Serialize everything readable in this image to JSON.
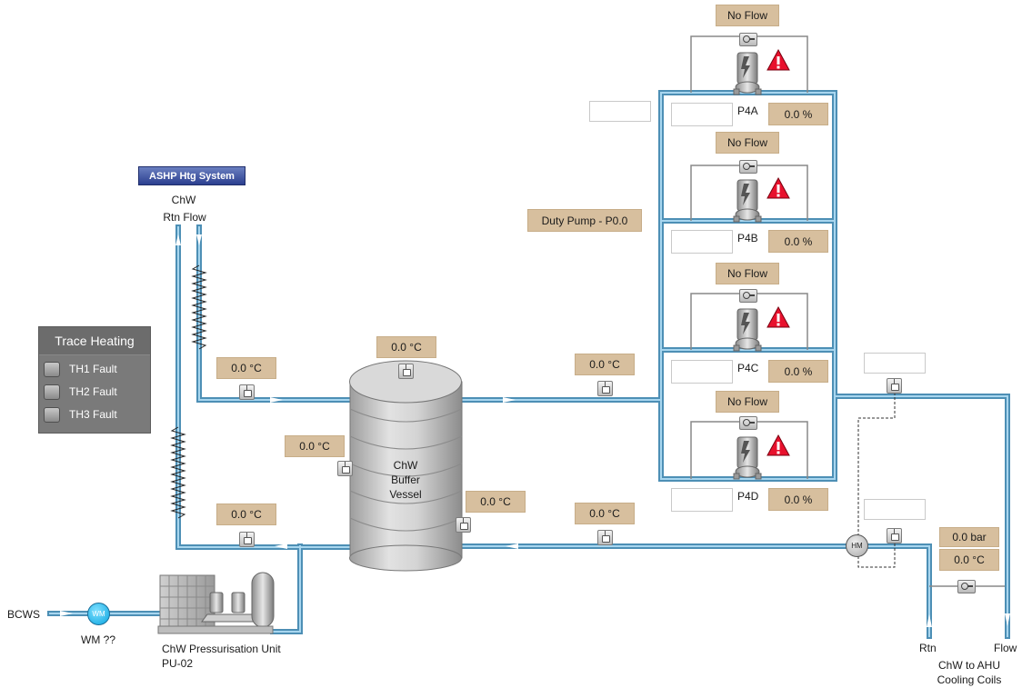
{
  "ashp": {
    "label": "ASHP Htg System"
  },
  "chw_rtn": {
    "line1": "ChW",
    "line2": "Rtn Flow"
  },
  "trace_heating": {
    "title": "Trace Heating",
    "items": [
      {
        "label": "TH1 Fault"
      },
      {
        "label": "TH2 Fault"
      },
      {
        "label": "TH3 Fault"
      }
    ]
  },
  "duty_pump": {
    "label": "Duty Pump - P0.0"
  },
  "vessel": {
    "line1": "ChW",
    "line2": "Buffer",
    "line3": "Vessel"
  },
  "temps": {
    "vessel_top": "0.0 °C",
    "upper_return": "0.0 °C",
    "vessel_side_left": "0.0 °C",
    "lower_left": "0.0 °C",
    "vessel_side_right": "0.0 °C",
    "vessel_outlet": "0.0 °C",
    "return_lower": "0.0 °C",
    "ahu": "0.0 °C"
  },
  "pressure": {
    "ahu": "0.0 bar"
  },
  "pumps": [
    {
      "name": "P4A",
      "flow_status": "No Flow",
      "speed": "0.0 %"
    },
    {
      "name": "P4B",
      "flow_status": "No Flow",
      "speed": "0.0 %"
    },
    {
      "name": "P4C",
      "flow_status": "No Flow",
      "speed": "0.0 %"
    },
    {
      "name": "P4D",
      "flow_status": "No Flow",
      "speed": "0.0 %"
    }
  ],
  "meters": {
    "heat_meter": "HM",
    "water_meter": "WM",
    "water_meter_caption": "WM ??"
  },
  "bcws": {
    "label": "BCWS"
  },
  "pressurisation": {
    "line1": "ChW Pressurisation Unit",
    "line2": "PU-02"
  },
  "ahu_labels": {
    "rtn": "Rtn",
    "flow": "Flow",
    "caption1": "ChW to AHU",
    "caption2": "Cooling Coils"
  },
  "colors": {
    "pipe": "#5b9fc4",
    "pipe_light": "#a9d6ee",
    "tan": "#d7bf9e",
    "alarm": "#e8112d",
    "ashp": "#2b3f8f"
  }
}
